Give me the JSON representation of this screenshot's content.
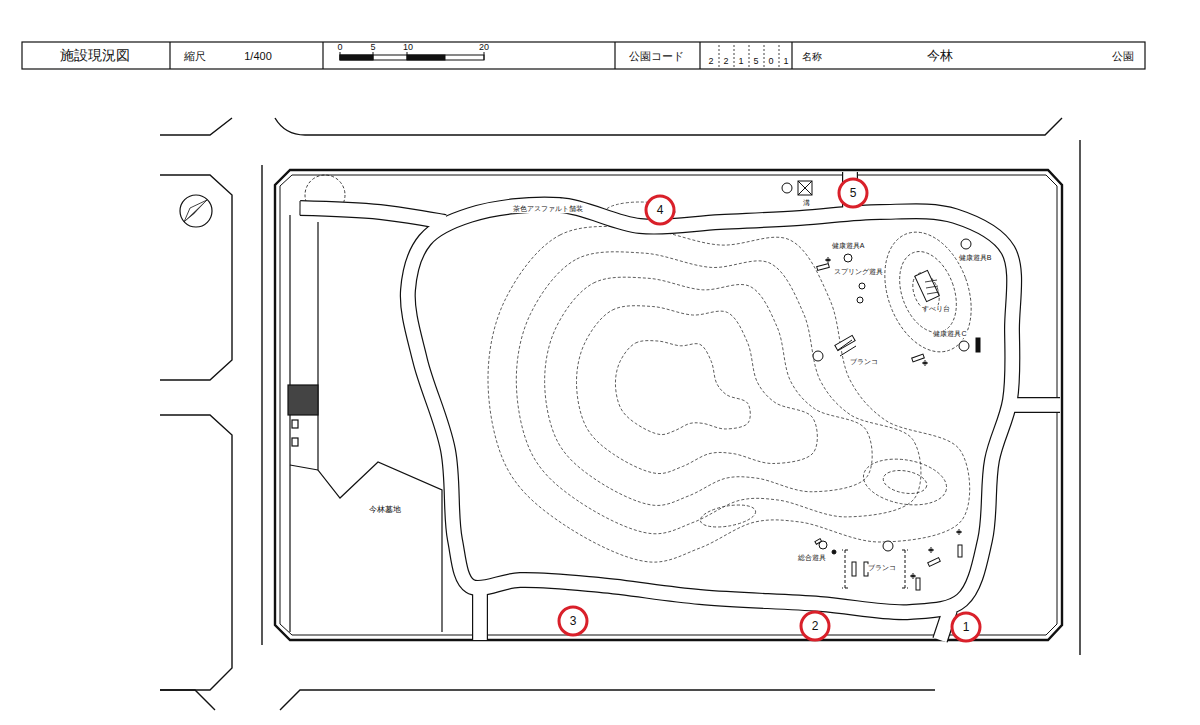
{
  "diagram": {
    "title": "施設現況図",
    "nodes": [
      {
        "text": [
          "4"
        ]
      },
      {
        "text": [
          "5"
        ]
      },
      {
        "text": [
          "3"
        ]
      },
      {
        "text": [
          "2"
        ]
      },
      {
        "text": [
          "1"
        ]
      }
    ],
    "labels": [
      "縮尺",
      "1/400",
      "0",
      "5",
      "10",
      "20",
      "公園コード",
      "2",
      "2",
      "1",
      "5",
      "0",
      "1",
      "名称",
      "今林",
      "公園",
      "茶色アスファルト舗装",
      "溝",
      "健康遊具A",
      "スプリング遊具",
      "健康遊具B",
      "すべり台",
      "健康遊具C",
      "ブランコ",
      "総合遊具",
      "ブランコ",
      "今林墓地"
    ]
  }
}
